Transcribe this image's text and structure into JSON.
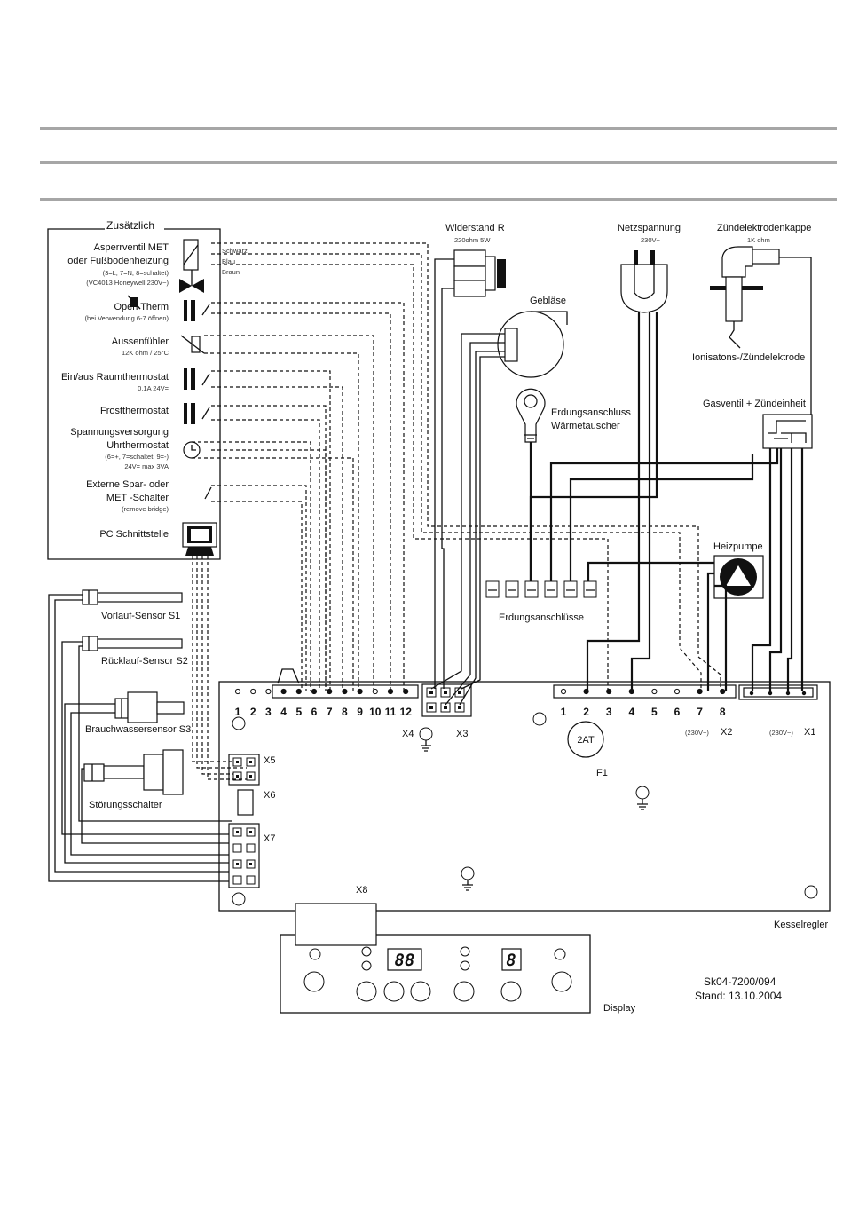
{
  "header": {
    "rules": 3
  },
  "extra_box": {
    "title": "Zusätzlich",
    "items": [
      {
        "lines": [
          "Asperrventil MET",
          "oder Fußbodenheizung"
        ],
        "notes": [
          "(3=L, 7=N, 8=schaltet)",
          "(VC4013 Honeywell 230V~)"
        ]
      },
      {
        "lines": [
          "Open Therm"
        ],
        "notes": [
          "(bei Verwendung 6-7 öffnen)"
        ]
      },
      {
        "lines": [
          "Aussenfühler"
        ],
        "notes": [
          "12K ohm / 25°C"
        ]
      },
      {
        "lines": [
          "Ein/aus Raumthermostat"
        ],
        "notes": [
          "0,1A 24V="
        ]
      },
      {
        "lines": [
          "Frostthermostat"
        ],
        "notes": []
      },
      {
        "lines": [
          "Spannungsversorgung",
          "Uhrthermostat"
        ],
        "notes": [
          "(6=+, 7=schaltet, 9=-)",
          "24V= max 3VA"
        ]
      },
      {
        "lines": [
          "Externe Spar- oder",
          "MET -Schalter"
        ],
        "notes": [
          "(remove bridge)"
        ]
      },
      {
        "lines": [
          "PC Schnittstelle"
        ],
        "notes": []
      }
    ],
    "wire_colors": [
      "Schwarz",
      "Blau",
      "Braun"
    ]
  },
  "sensors": [
    "Vorlauf-Sensor S1",
    "Rücklauf-Sensor S2",
    "Brauchwassersensor S3",
    "Störungsschalter"
  ],
  "top_components": {
    "resistor": {
      "label": "Widerstand R",
      "note": "220ohm 5W"
    },
    "mains": {
      "label": "Netzspannung",
      "note": "230V~"
    },
    "ignition_cap": {
      "label": "Zündelektrodenkappe",
      "note": "1K ohm"
    },
    "ionisation": "Ionisatons-/Zündelektrode",
    "fan": "Gebläse",
    "earth_heat_exchanger": [
      "Erdungsanschluss",
      "Wärmetauscher"
    ],
    "gas_valve": "Gasventil + Zündeinheit",
    "pump": "Heizpumpe",
    "earth_connections": "Erdungsanschlüsse"
  },
  "board": {
    "name": "Kesselregler",
    "x4_terminals": [
      "1",
      "2",
      "3",
      "4",
      "5",
      "6",
      "7",
      "8",
      "9",
      "10",
      "11",
      "12"
    ],
    "x2_terminals": [
      "1",
      "2",
      "3",
      "4",
      "5",
      "6",
      "7",
      "8"
    ],
    "labels": {
      "x4": "X4",
      "x3": "X3",
      "x2": "X2",
      "x1": "X1",
      "x5": "X5",
      "x6": "X6",
      "x7": "X7",
      "x8": "X8",
      "f1": "F1",
      "fuse": "2AT",
      "v230a": "(230V~)",
      "v230b": "(230V~)"
    }
  },
  "display": {
    "label": "Display",
    "seg_left": "88",
    "seg_right": "8"
  },
  "footer": {
    "doc_id": "Sk04-7200/094",
    "date": "Stand: 13.10.2004"
  }
}
